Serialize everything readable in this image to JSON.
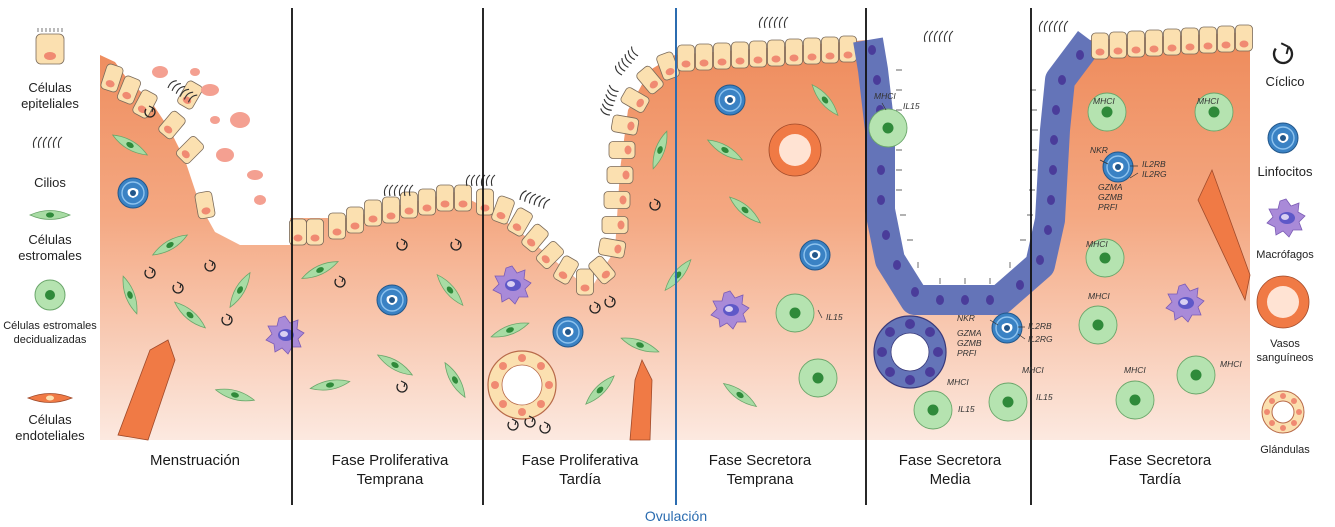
{
  "legend_left": {
    "epithelial": "Células epiteliales",
    "cilia": "Cilios",
    "stromal": "Células estromales",
    "decidualized": "Células estromales decidualizadas",
    "endothelial": "Células endoteliales"
  },
  "legend_right": {
    "cyclic": "Cíclico",
    "lymphocytes": "Linfocitos",
    "macrophages": "Macrófagos",
    "vessels": "Vasos sanguíneos",
    "glands": "Glándulas"
  },
  "phases": [
    "Menstruación",
    "Fase Proliferativa Temprana",
    "Fase Proliferativa Tardía",
    "Fase Secretora Temprana",
    "Fase Secretora Media",
    "Fase Secretora Tardía"
  ],
  "ovulation": "Ovulación",
  "markers": {
    "mhci": "MHCI",
    "il15": "IL15",
    "nkr": "NKR",
    "il2rb": "IL2RB",
    "il2rg": "IL2RG",
    "gzma": "GZMA",
    "gzmb": "GZMB",
    "prf1": "PRFI"
  },
  "colors": {
    "tissue_deep": "#ee8a5a",
    "tissue_light": "#fbe6dc",
    "epithelium": "#fbe0b0",
    "nucleus": "#f08a72",
    "secretory_epithelium": "#6474b8",
    "secretory_nucleus": "#4a3c9a",
    "stromal": "#a8dca4",
    "stromal_nucleus": "#2f8a3a",
    "lymphocyte": "#3a82c4",
    "macrophage": "#a98ad8",
    "vessel": "#f07a45",
    "ovulation_line": "#2b6cb0"
  }
}
